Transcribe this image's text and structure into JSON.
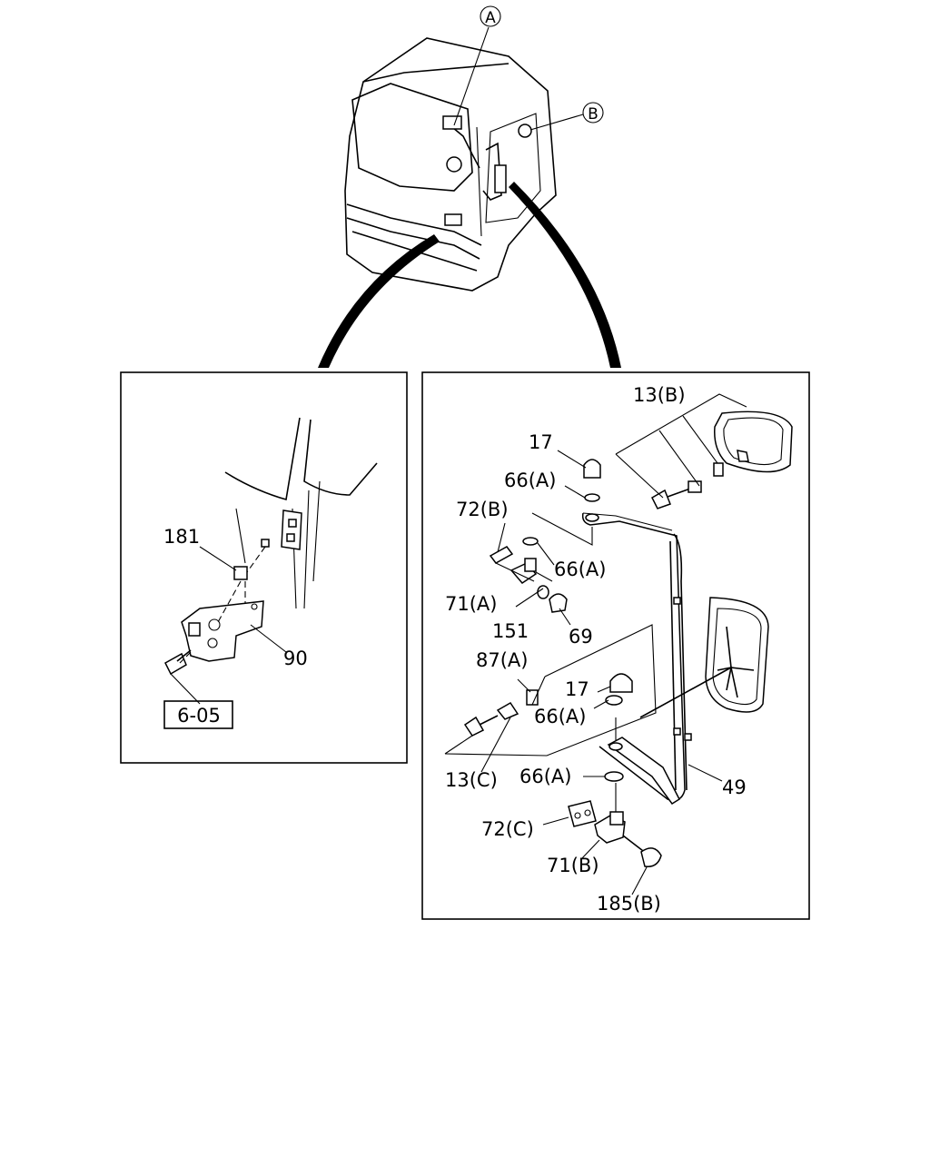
{
  "cab_callouts": [
    "A",
    "B"
  ],
  "left_panel": {
    "labels": [
      "181",
      "90"
    ],
    "reference": "6-05"
  },
  "right_panel": {
    "labels": [
      "13(B)",
      "17",
      "66(A)",
      "72(B)",
      "66(A)",
      "71(A)",
      "151",
      "69",
      "87(A)",
      "17",
      "66(A)",
      "13(C)",
      "66(A)",
      "49",
      "72(C)",
      "71(B)",
      "185(B)"
    ]
  }
}
